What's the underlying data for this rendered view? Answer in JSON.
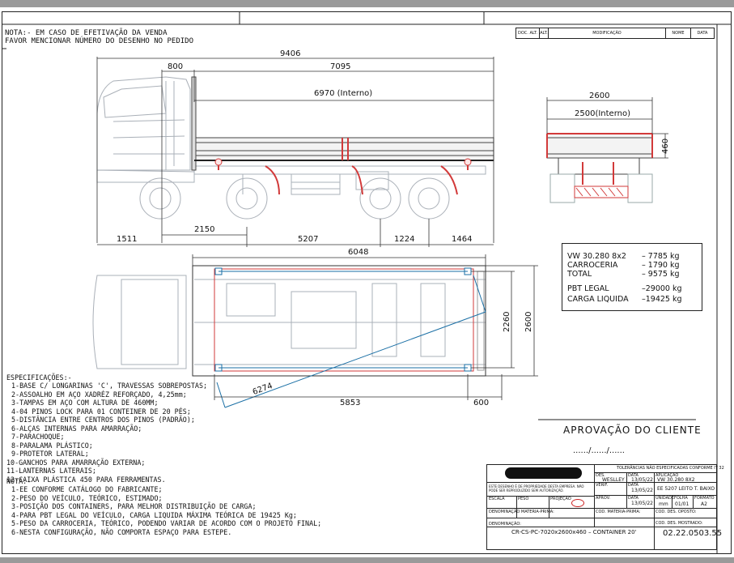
{
  "note_top": {
    "line1": "NOTA:-  EM CASO DE EFETIVAÇÃO DA VENDA",
    "line2": "FAVOR MENCIONAR NÚMERO DO DESENHO NO PEDIDO"
  },
  "revision_table": {
    "doc": "DOC. ALT.",
    "alt": "ALT.",
    "modificacao": "MODIFICAÇÃO",
    "nome": "NOME",
    "data": "DATA"
  },
  "side_view_dims": {
    "overall": "9406",
    "front": "800",
    "body": "7095",
    "internal": "6970  (Interno)",
    "a": "2150",
    "front_overhang": "1511",
    "wheelbase": "5207",
    "axle_spread": "1224",
    "rear_overhang": "1464"
  },
  "rear_view_dims": {
    "width": "2600",
    "internal": "2500(Interno)",
    "height": "460"
  },
  "top_view_dims": {
    "length": "6048",
    "inner_w": "2260",
    "outer_w": "2600",
    "diag": "6274",
    "a": "5853",
    "b": "600"
  },
  "weights": [
    {
      "label": "VW 30.280 8x2",
      "value": "–  7785  kg"
    },
    {
      "label": "CARROCERIA",
      "value": "–  1790  kg"
    },
    {
      "label": "TOTAL",
      "value": "–  9575  kg"
    },
    {
      "label": "PBT LEGAL",
      "value": "–29000  kg"
    },
    {
      "label": "CARGA LIQUIDA",
      "value": "–19425  kg"
    }
  ],
  "specs": {
    "title": "ESPECIFICAÇÕES:-",
    "items": [
      "1-BASE C/ LONGARINAS 'C', TRAVESSAS SOBREPOSTAS;",
      "2-ASSOALHO EM AÇO XADRÉZ REFORÇADO, 4,25mm;",
      "3-TAMPAS EM AÇO COM ALTURA DE 460MM;",
      "4-04 PINOS LOCK PARA 01 CONTEINER DE 20 PÉS;",
      "5-DISTÂNCIA ENTRE CENTROS DOS PINOS (PADRÃO);",
      "6-ALÇAS INTERNAS PARA AMARRAÇÃO;",
      "7-PARACHOQUE;",
      "8-PARALAMA PLÁSTICO;",
      "9-PROTETOR LATERAL;",
      "10-GANCHOS PARA AMARRAÇÃO EXTERNA;",
      "11-LANTERNAS LATERAIS;",
      "12-CAIXA PLÁSTICA 450 PARA FERRAMENTAS."
    ]
  },
  "notes": {
    "title": "NOTA:-",
    "items": [
      "1-EE CONFORME CATÁLOGO DO FABRICANTE;",
      "2-PESO DO VEÍCULO, TEÓRICO, ESTIMADO;",
      "3-POSIÇÃO DOS CONTAINERS, PARA MELHOR DISTRIBUIÇÃO DE CARGA;",
      "4-PARA PBT LEGAL DO VEÍCULO, CARGA LIQUIDA MÁXIMA TEÓRICA DE 19425 Kg;",
      "5-PESO DA CARROCERIA, TEÓRICO, PODENDO VARIAR DE ACORDO COM O PROJETO FINAL;",
      "6-NESTA CONFIGURAÇÃO, NÃO COMPORTA ESPAÇO PARA ESTEPE."
    ]
  },
  "approval": {
    "title": "APROVAÇÃO  DO  CLIENTE",
    "date": "....../....../......"
  },
  "title_block": {
    "tolerance": "TOLERÂNCIAS NÃO ESPECIFICADAS CONFORME IT 32",
    "des_label": "DES.",
    "designer": "WESLLEY",
    "data_label1": "DATA",
    "date1": "13/05/22",
    "aplicacao_label": "APLICAÇÃO",
    "aplicacao": "VW 30.280 8X2",
    "verif_label": "VERIF.",
    "data_label2": "DATA",
    "date2": "13/05/22",
    "chassis": "EE 5207 LEITO T. BAIXO",
    "aprov_label": "APROV.",
    "data_label3": "DATA",
    "date3": "13/05/22",
    "unidade_label": "UNIDADE",
    "unidade": "mm",
    "folha_label": "FOLHA",
    "folha": "01/01",
    "formato_label": "FORMATO",
    "formato": "A2",
    "escala_label": "ESCALA",
    "peso_label": "PESO",
    "projecao_label": "PROJEÇÃO",
    "denom_mp_label": "DENOMINAÇÃO MATERIA-PRIMA:",
    "cod_mp_label": "COD. MATERIA-PRIMA:",
    "cod_oposto_label": "COD. DES. OPOSTO:",
    "denom_label": "DENOMINAÇÃO:",
    "denominacao": "CR-CS-PC-7020x2600x460 – CONTAINER 20'",
    "cod_mostrado_label": "COD. DES. MOSTRADO:",
    "drawing_number": "02.22.0503.55",
    "legal_text": "ESTE DESENHO É DE PROPRIEDADE DESTA EMPRESA. NÃO PODE SER REPRODUZIDO SEM AUTORIZAÇÃO."
  }
}
